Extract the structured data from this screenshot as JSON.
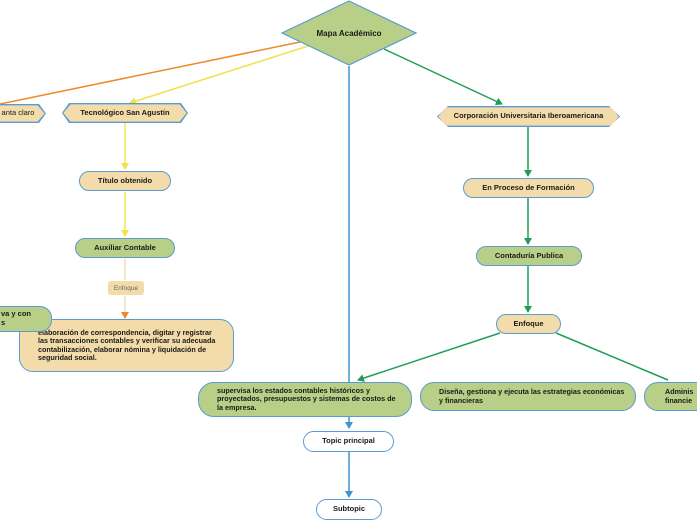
{
  "root": {
    "label": "Mapa Académico"
  },
  "left_branch": {
    "partial_left_hex": "anta claro",
    "institution": "Tecnológico San Agustín",
    "title_node": "Título obtenido",
    "degree_node": "Auxiliar Contable",
    "enfoque_label": "Enfoque",
    "description": "elaboración de correspondencia, digitar y registrar las transacciones contables y verificar su adecuada contabilización, elaborar nómina y liquidación de seguridad social.",
    "partial_left_node": "va y con\ns"
  },
  "right_branch": {
    "institution": "Corporación Universitaria Iberoamericana",
    "status_node": "En Proceso de Formación",
    "program_node": "Contaduría Publica",
    "enfoque_node": "Enfoque",
    "topics": [
      "supervisa los estados contables históricos y proyectados, presupuestos y sistemas de costos de la empresa.",
      "Diseña, gestiona y ejecuta las estrategias económicas y financieras",
      "Adminis financie"
    ]
  },
  "center_branch": {
    "topic_main": "Topic principal",
    "subtopic": "Subtopic"
  },
  "colors": {
    "green_line": "#1e9e55",
    "blue_line": "#3d94cf",
    "yellow_line": "#f2e24a",
    "orange_line": "#ef8a2a",
    "node_tan": "#f3dcaa",
    "node_green": "#b7cf86",
    "border_blue": "#5a9bd4"
  }
}
